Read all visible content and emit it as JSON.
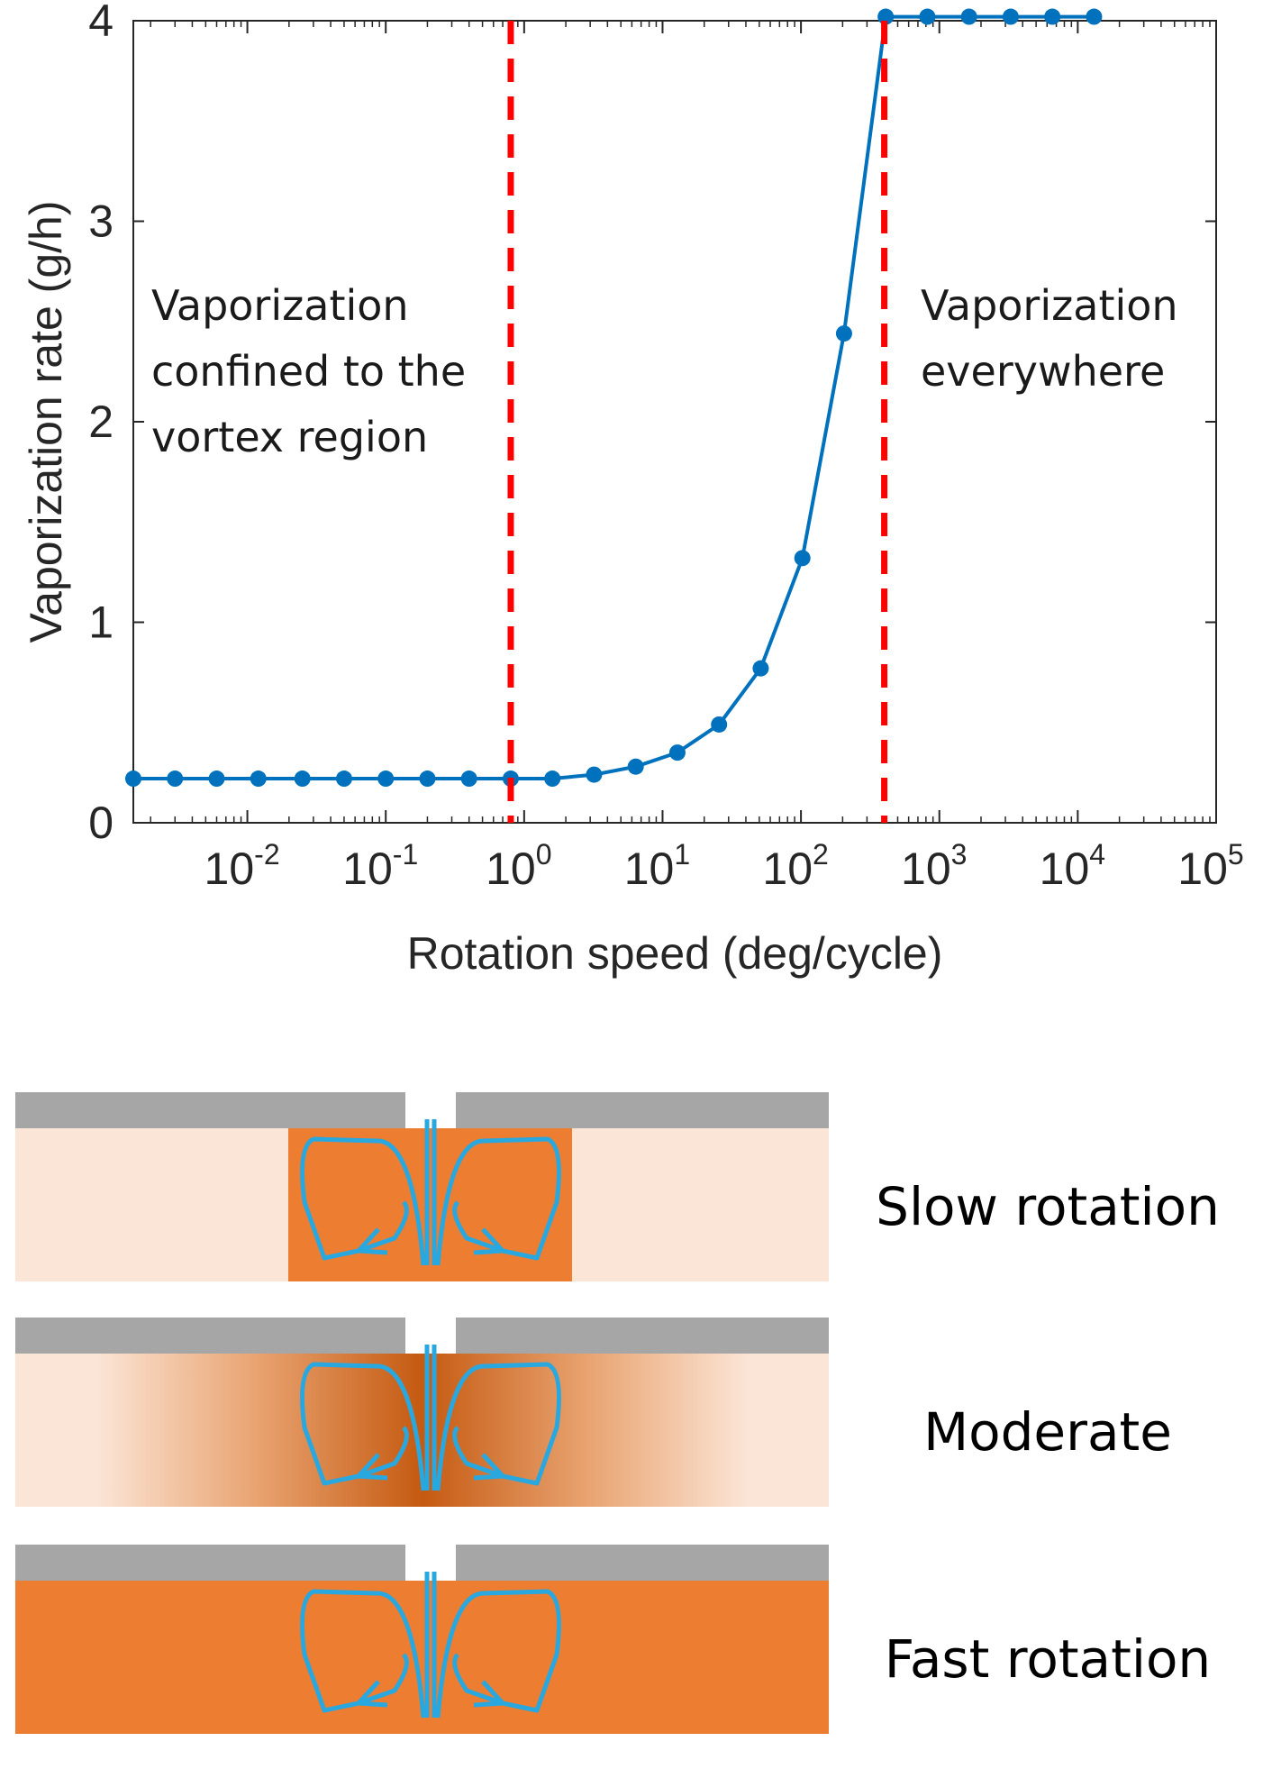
{
  "chart_data": {
    "type": "line",
    "xlabel": "Rotation speed (deg/cycle)",
    "ylabel": "Vaporization rate (g/h)",
    "xscale": "log",
    "xlim": [
      0.0015,
      100000
    ],
    "ylim": [
      0,
      4
    ],
    "y_ticks": [
      0,
      1,
      2,
      3,
      4
    ],
    "x_ticks": [
      {
        "value": 0.01,
        "base": "10",
        "exp": "-2"
      },
      {
        "value": 0.1,
        "base": "10",
        "exp": "-1"
      },
      {
        "value": 1,
        "base": "10",
        "exp": "0"
      },
      {
        "value": 10,
        "base": "10",
        "exp": "1"
      },
      {
        "value": 100,
        "base": "10",
        "exp": "2"
      },
      {
        "value": 1000,
        "base": "10",
        "exp": "3"
      },
      {
        "value": 10000,
        "base": "10",
        "exp": "4"
      },
      {
        "value": 100000,
        "base": "10",
        "exp": "5"
      }
    ],
    "grid": false,
    "series": [
      {
        "color": "#0072bd",
        "x": [
          0.0015,
          0.003,
          0.006,
          0.012,
          0.025,
          0.05,
          0.1,
          0.2,
          0.4,
          0.8,
          1.6,
          3.2,
          6.4,
          12.8,
          25.6,
          51.2,
          102.4,
          204.8,
          409.6,
          819.2,
          1638.4,
          3276.8,
          6553.6,
          13107.2
        ],
        "y": [
          0.22,
          0.22,
          0.22,
          0.22,
          0.22,
          0.22,
          0.22,
          0.22,
          0.22,
          0.22,
          0.22,
          0.24,
          0.28,
          0.35,
          0.49,
          0.77,
          1.32,
          2.44,
          4.02,
          4.02,
          4.02,
          4.02,
          4.02,
          4.02
        ]
      }
    ],
    "vlines": [
      {
        "x": 0.8,
        "color": "#ff0000",
        "style": "dashed"
      },
      {
        "x": 400,
        "color": "#ff0000",
        "style": "dashed"
      }
    ],
    "annotations": [
      {
        "lines": [
          "Vaporization",
          "confined to the",
          "vortex region"
        ]
      },
      {
        "lines": [
          "Vaporization",
          "everywhere"
        ]
      }
    ]
  },
  "diagram": {
    "panels": [
      {
        "label": "Slow rotation",
        "fill": "uniform-center"
      },
      {
        "label": "Moderate",
        "fill": "gradient"
      },
      {
        "label": "Fast rotation",
        "fill": "full"
      }
    ],
    "colors": {
      "wall": "#a6a6a6",
      "liquid_light": "#fbe5d6",
      "liquid_dark": "#ed7d31",
      "liquid_core": "#c55a11",
      "flow": "#29a8e0"
    }
  }
}
